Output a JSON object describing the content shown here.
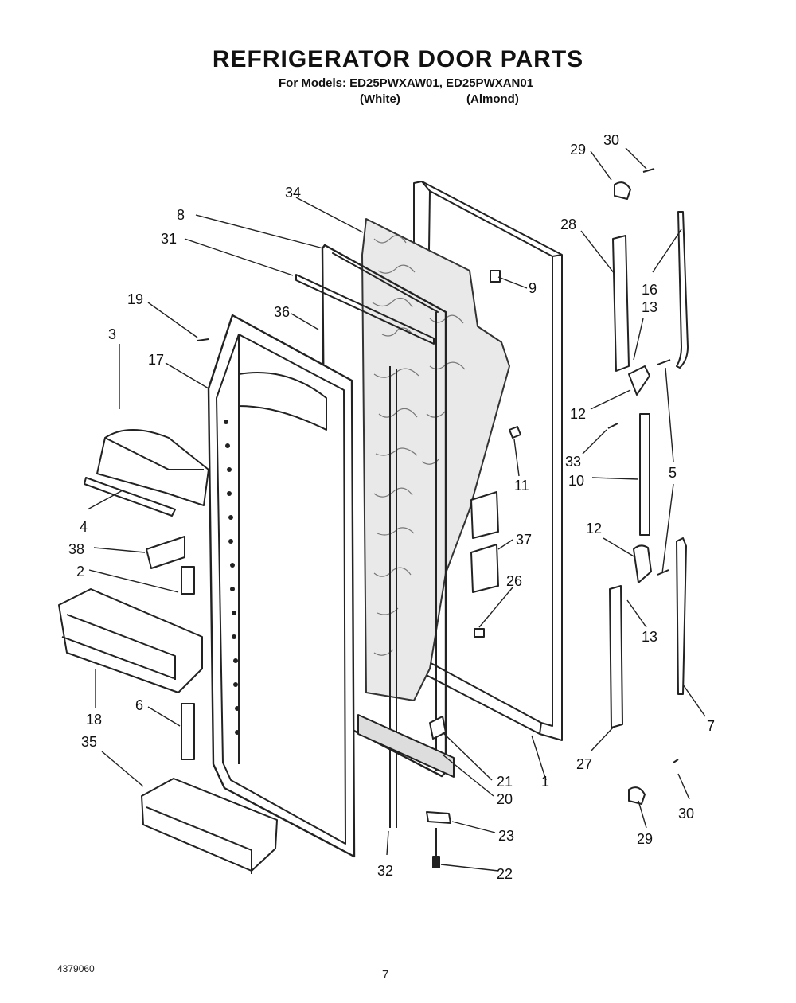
{
  "header": {
    "title": "REFRIGERATOR DOOR PARTS",
    "models": "For Models: ED25PWXAW01, ED25PWXAN01",
    "color_white": "(White)",
    "color_almond": "(Almond)"
  },
  "footer": {
    "doc_number": "4379060",
    "page_number": "7"
  },
  "callouts": {
    "c1": "1",
    "c2": "2",
    "c3": "3",
    "c4": "4",
    "c5": "5",
    "c6": "6",
    "c7": "7",
    "c8": "8",
    "c9": "9",
    "c10": "10",
    "c11": "11",
    "c12a": "12",
    "c12b": "12",
    "c13a": "13",
    "c13b": "13",
    "c16": "16",
    "c17": "17",
    "c18": "18",
    "c19": "19",
    "c20": "20",
    "c21": "21",
    "c22": "22",
    "c23": "23",
    "c26": "26",
    "c27": "27",
    "c28": "28",
    "c29a": "29",
    "c29b": "29",
    "c30a": "30",
    "c30b": "30",
    "c31": "31",
    "c32": "32",
    "c33": "33",
    "c34": "34",
    "c35": "35",
    "c36": "36",
    "c37": "37",
    "c38": "38"
  }
}
